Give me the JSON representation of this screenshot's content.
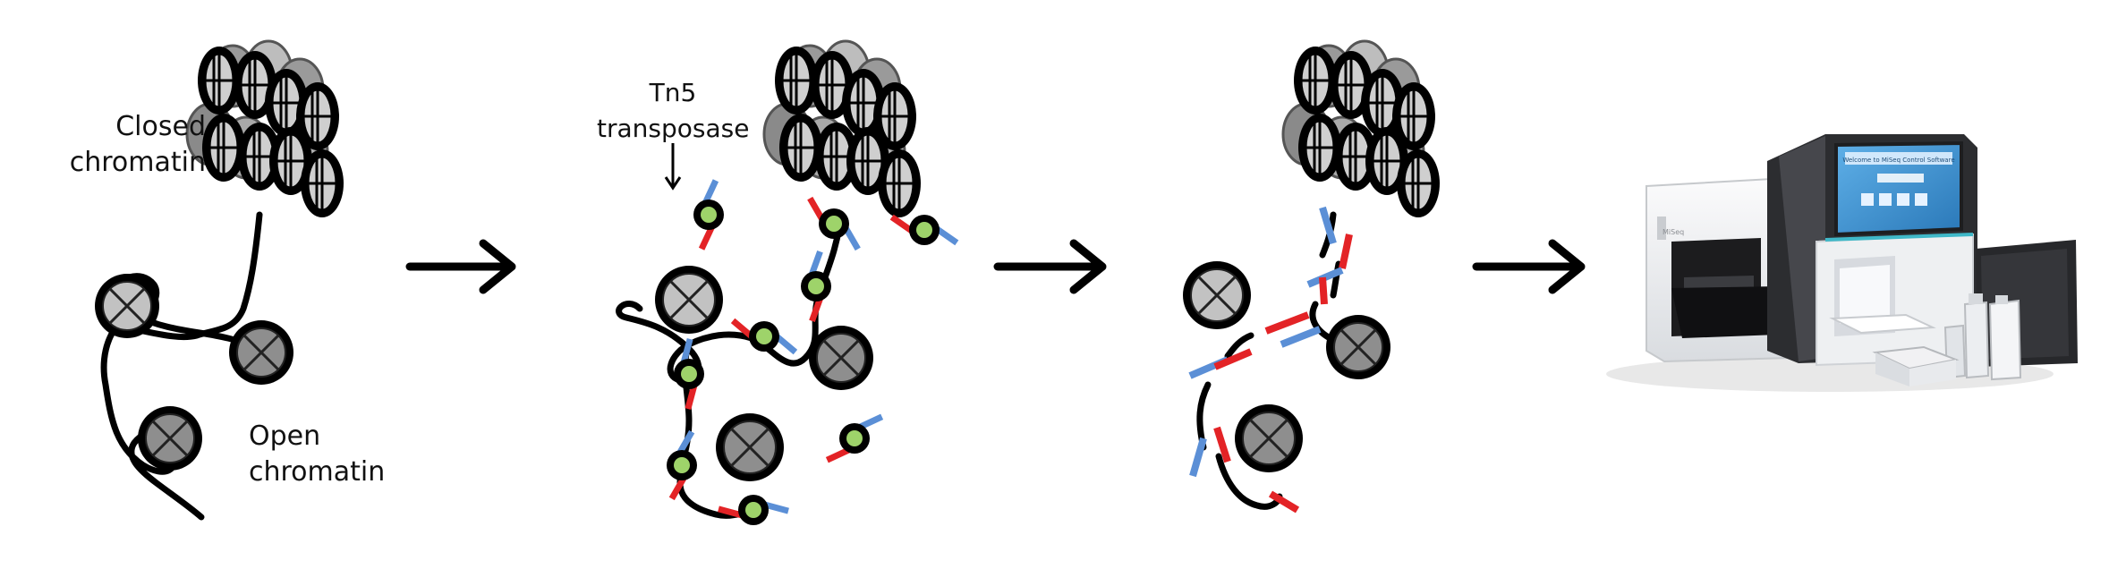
{
  "labels": {
    "closed_chromatin": "Closed\nchromatin",
    "open_chromatin": "Open\nchromatin",
    "tn5_transposase": "Tn5\ntransposase"
  },
  "instrument": {
    "screen_title": "Welcome to MiSeq Control Software",
    "badge": "MiSeq"
  },
  "colors": {
    "chromatin": "#000000",
    "nucleosome_fill": "#b9b9b9",
    "nucleosome_dark_fill": "#8c8c8c",
    "transposase_fill": "#9ed36a",
    "adapter_red": "#e32326",
    "adapter_blue": "#5b8fd6",
    "instrument_body": "#e9ebee",
    "instrument_dark": "#2c2d30",
    "screen": "#3a8fd0"
  }
}
